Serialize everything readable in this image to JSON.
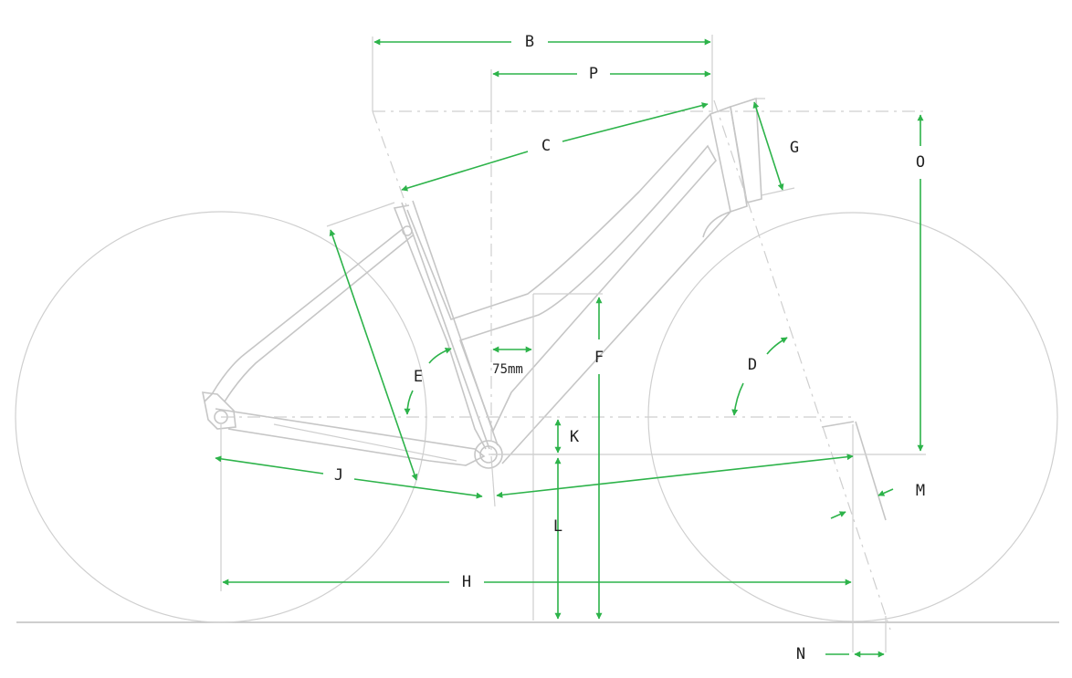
{
  "labels": {
    "B": "B",
    "P": "P",
    "C": "C",
    "G": "G",
    "O": "O",
    "F": "F",
    "D": "D",
    "E": "E",
    "K": "K",
    "J": "J",
    "L": "L",
    "M": "M",
    "H": "H",
    "N": "N",
    "offset": "75mm"
  },
  "colors": {
    "dimension": "#2db34a",
    "frame": "#c6c6c6",
    "text": "#222222"
  }
}
